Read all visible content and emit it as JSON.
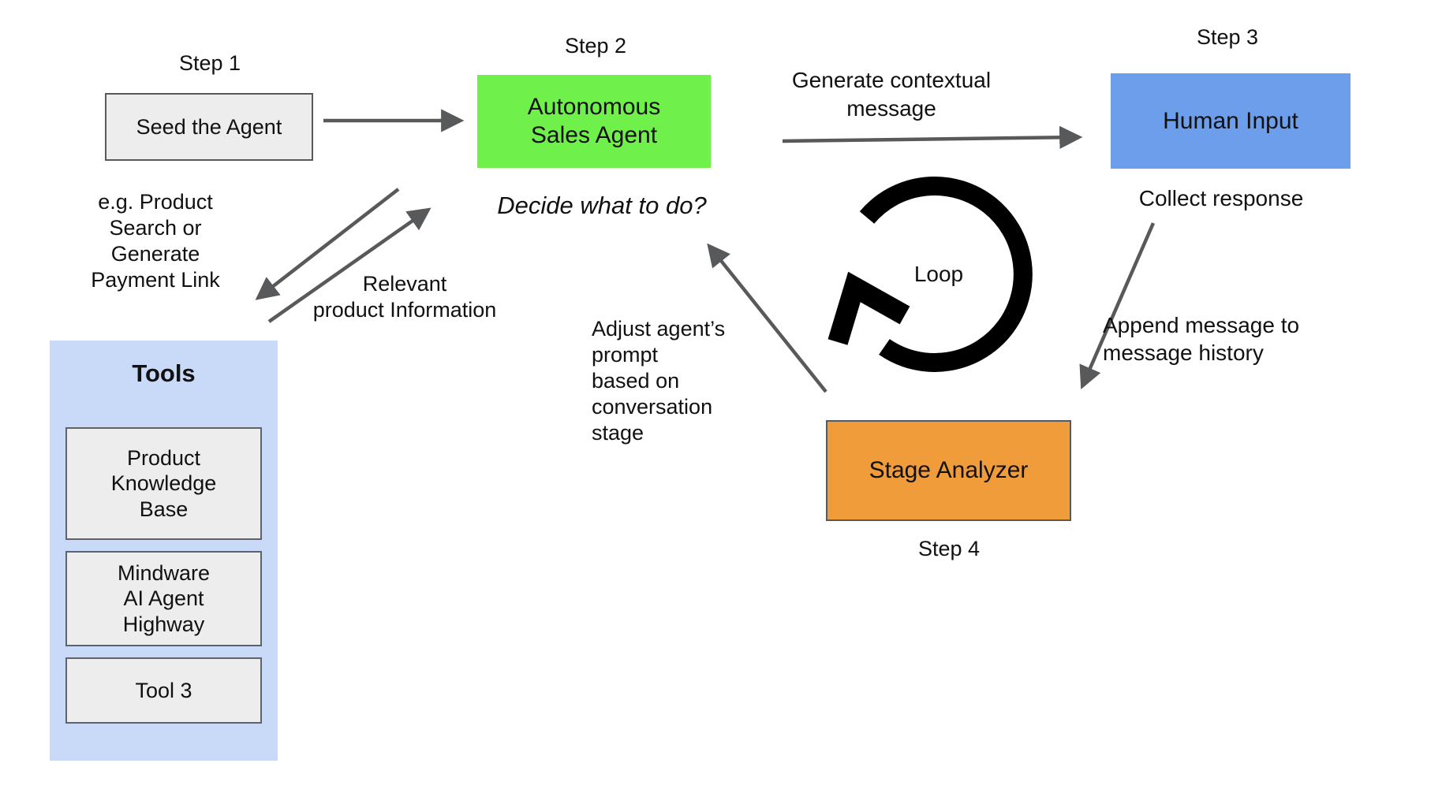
{
  "steps": {
    "s1": "Step 1",
    "s2": "Step 2",
    "s3": "Step 3",
    "s4": "Step 4"
  },
  "nodes": {
    "seed": "Seed the Agent",
    "agent": "Autonomous\nSales Agent",
    "human": "Human Input",
    "stage": "Stage Analyzer"
  },
  "tools": {
    "title": "Tools",
    "items": [
      "Product\nKnowledge\nBase",
      "Mindware\nAI Agent\nHighway",
      "Tool 3"
    ]
  },
  "labels": {
    "decide": "Decide what to do?",
    "example": "e.g. Product\nSearch or\nGenerate\nPayment Link",
    "relevant": "Relevant\nproduct Information",
    "generate": "Generate contextual\nmessage",
    "collect": "Collect response",
    "append": "Append message to\nmessage history",
    "adjust": "Adjust agent’s\nprompt\nbased on\nconversation\nstage",
    "loop": "Loop"
  },
  "colors": {
    "agent_box": "#6ff04a",
    "human_box": "#6d9eeb",
    "stage_box": "#f19c3a",
    "tools_panel": "#c9daf8",
    "plain_box": "#ededed",
    "arrow": "#58595b",
    "loop_icon": "#000000"
  }
}
